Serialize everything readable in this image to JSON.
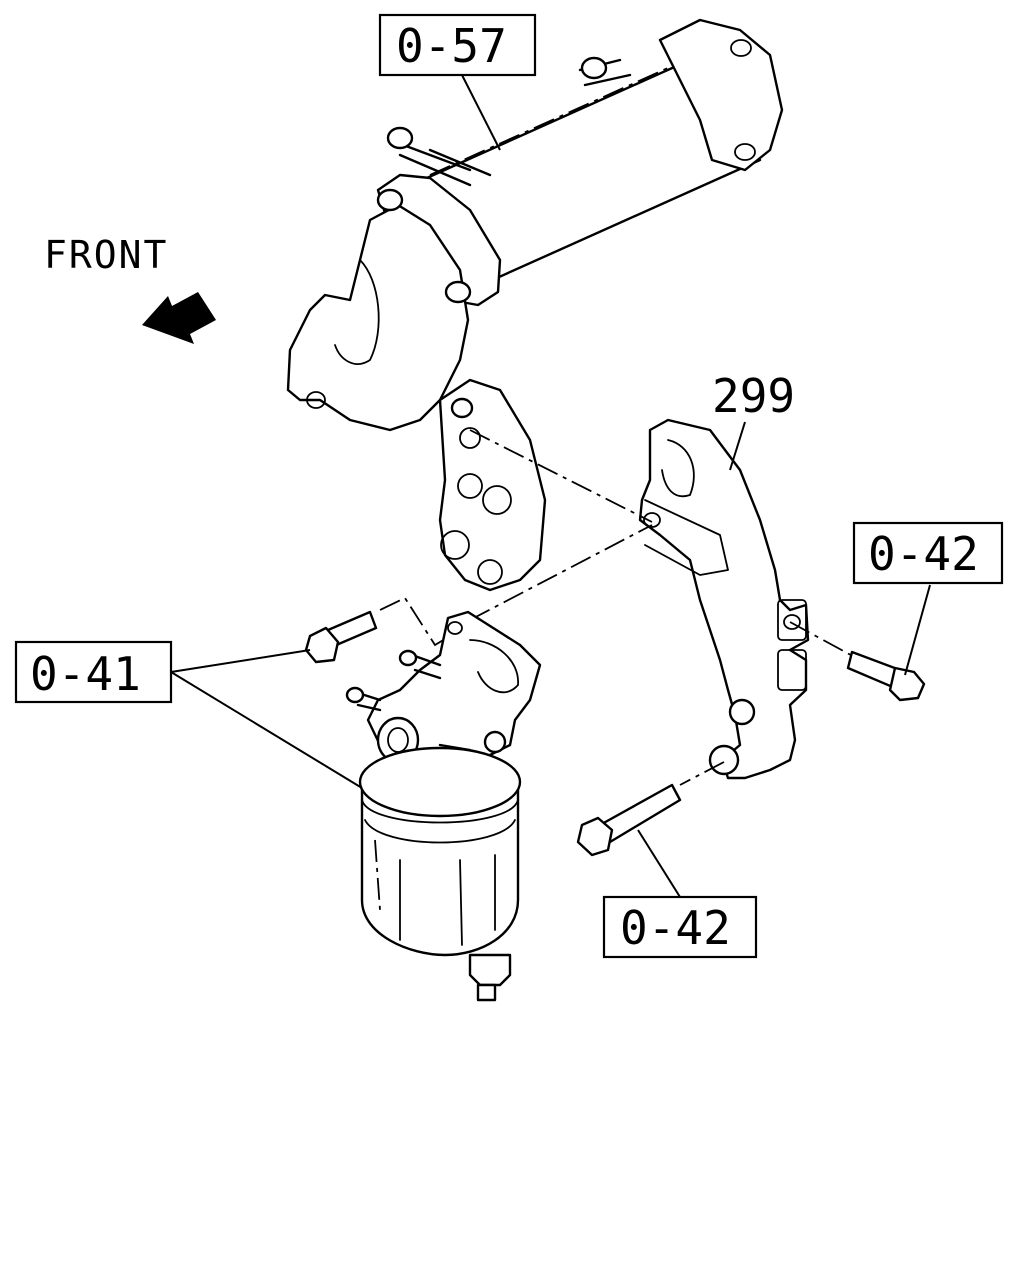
{
  "direction": {
    "label": "FRONT",
    "icon": "arrow-left-icon"
  },
  "callouts": {
    "egr_cooler": "0-57",
    "bracket": "299",
    "bolt_right": "0-42",
    "bolt_lower": "0-42",
    "filter_bolt": "0-41"
  }
}
